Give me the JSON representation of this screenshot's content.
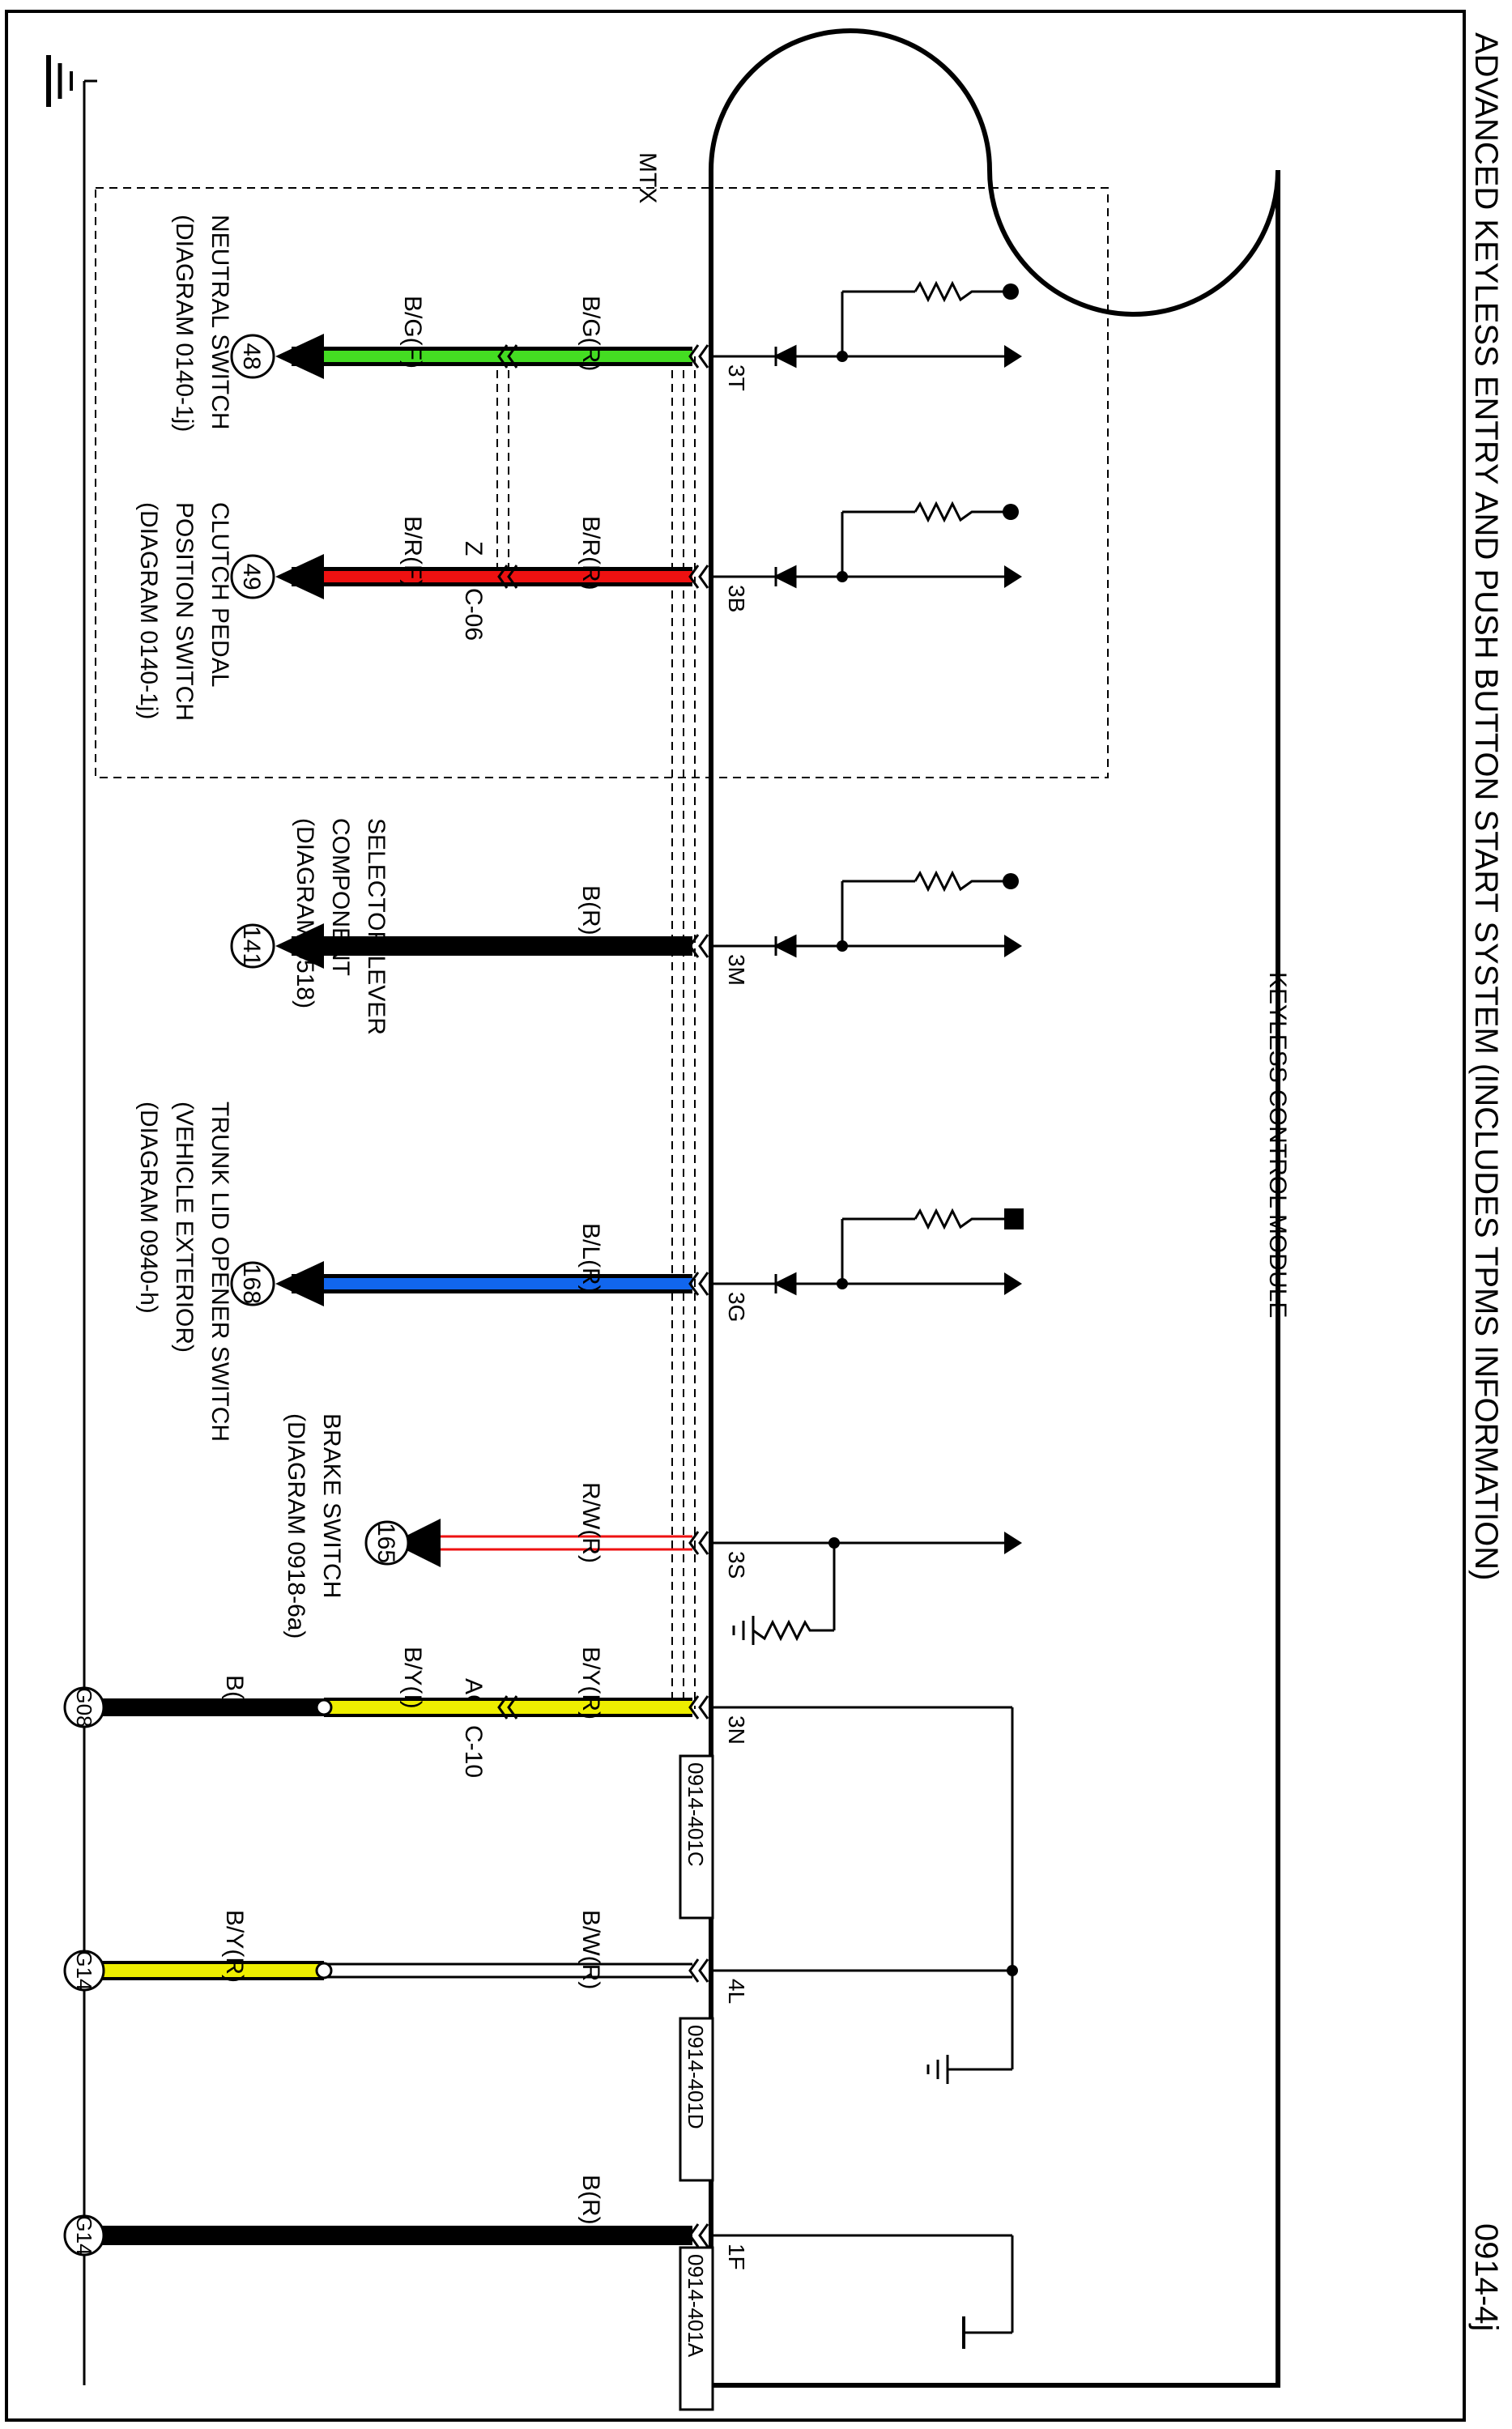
{
  "diagram": {
    "title": "ADVANCED KEYLESS ENTRY AND PUSH BUTTON START SYSTEM (INCLUDES TPMS INFORMATION)",
    "page_id": "0914-4j",
    "module_label": "KEYLESS CONTROL MODULE",
    "mtx_label": "MTX",
    "connector_label": "C-06",
    "connector_z": "Z",
    "connector_ac": "AC",
    "connector_c10": "C-10",
    "circuits": [
      {
        "pin": "3T",
        "wire_r": "B/G(R)",
        "wire_f": "B/G(F)",
        "circle": "48",
        "color": "#44dd22",
        "dest": [
          "NEUTRAL SWITCH",
          "(DIAGRAM 0140-1j)"
        ]
      },
      {
        "pin": "3B",
        "wire_r": "B/R(R)",
        "wire_f": "B/R(F)",
        "circle": "49",
        "color": "#ee1111",
        "dest": [
          "CLUTCH PEDAL",
          "POSITION SWITCH",
          "(DIAGRAM 0140-1j)"
        ]
      },
      {
        "pin": "3M",
        "wire_r": "B(R)",
        "wire_f": "",
        "circle": "141",
        "color": "#000000",
        "dest": [
          "SELECTOR LEVER",
          "COMPONENT",
          "(DIAGRAM 0518)"
        ]
      },
      {
        "pin": "3G",
        "wire_r": "B/L(R)",
        "wire_f": "",
        "circle": "168",
        "color": "#1166ee",
        "dest": [
          "TRUNK LID OPENER SWITCH",
          "(VEHICLE EXTERIOR)",
          "(DIAGRAM 0940-h)"
        ]
      },
      {
        "pin": "3S",
        "wire_r": "R/W(R)",
        "wire_f": "",
        "circle": "165",
        "color": "#ee1111",
        "dest": [
          "BRAKE SWITCH",
          "(DIAGRAM 0918-6a)"
        ]
      },
      {
        "pin": "3N",
        "wire_r": "B/Y(R)",
        "wire_f": "B/Y(I)",
        "wire_g": "B(I)",
        "circle": "G08",
        "color": "#eeee00",
        "ref": "0914-401C"
      },
      {
        "pin": "4L",
        "wire_r": "B/W(R)",
        "wire_f": "",
        "wire_g": "B/Y(R)",
        "circle": "G14",
        "color": "#eeee00",
        "ref": "0914-401D"
      },
      {
        "pin": "1F",
        "wire_r": "B(R)",
        "wire_f": "",
        "circle": "G14",
        "color": "#000000",
        "ref": "0914-401A"
      }
    ]
  }
}
